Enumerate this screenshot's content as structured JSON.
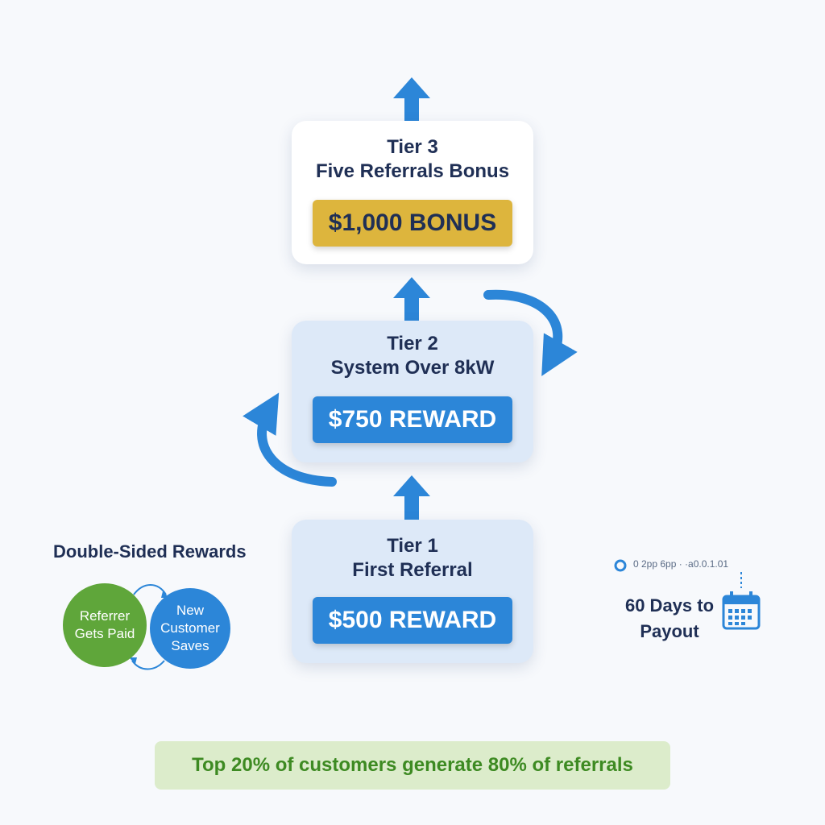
{
  "tiers": [
    {
      "name": "Tier 1",
      "desc": "First Referral",
      "reward": "$500 REWARD"
    },
    {
      "name": "Tier 2",
      "desc": "System Over 8kW",
      "reward": "$750 REWARD"
    },
    {
      "name": "Tier 3",
      "desc": "Five Referrals Bonus",
      "reward": "$1,000 BONUS"
    }
  ],
  "double_sided": {
    "title": "Double-Sided Rewards",
    "referrer": "Referrer Gets Paid",
    "customer": "New Customer Saves"
  },
  "payout": {
    "timeline_text": "0 2pp 6pp ·  ·a0.0.1.01",
    "label": "60 Days to Payout"
  },
  "banner": "Top 20% of customers generate 80% of referrals",
  "colors": {
    "primary_blue": "#2c86d8",
    "gold": "#ddb53d",
    "green": "#5fa63a",
    "navy_text": "#1f2f55"
  }
}
